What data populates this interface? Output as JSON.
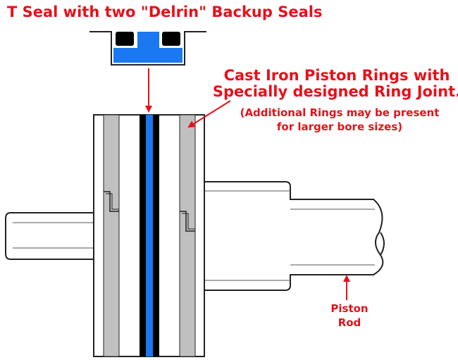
{
  "labels": {
    "t_seal": "T Seal with two \"Delrin\" Backup Seals",
    "rings_line1": "Cast Iron Piston Rings with",
    "rings_line2": "Specially designed Ring Joint.",
    "additional_line1": "(Additional Rings may be present",
    "additional_line2": "for larger bore sizes)",
    "rod_line1": "Piston",
    "rod_line2": "Rod"
  },
  "colors": {
    "annotation": "#e8101a",
    "seal_blue": "#1a78f0",
    "ring_gray": "#c0c0c0",
    "outline": "#222222",
    "backup_black": "#000000"
  }
}
